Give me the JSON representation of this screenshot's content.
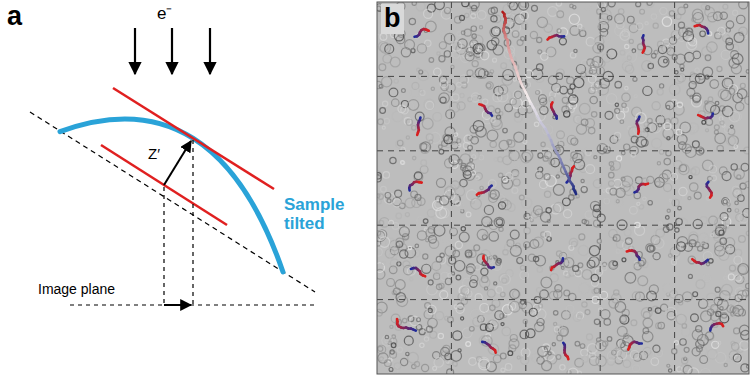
{
  "diagram": {
    "labels": [
      "a",
      "e⁻",
      "Z′",
      "Sample tilted",
      "Image plane",
      "b"
    ]
  }
}
